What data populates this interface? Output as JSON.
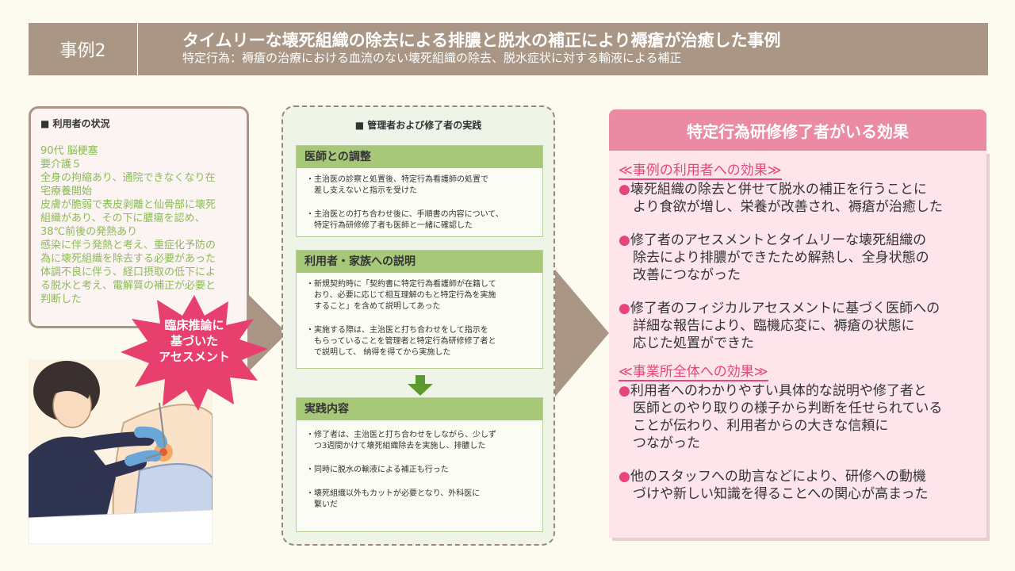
{
  "header": {
    "case": "事例2",
    "title": "タイムリーな壊死組織の除去による排膿と脱水の補正により褥瘡が治癒した事例",
    "subtitle": "特定行為：褥瘡の治療における血流のない壊死組織の除去、脱水症状に対する輸液による補正"
  },
  "status": {
    "heading": "■ 利用者の状況",
    "lines": [
      "90代 脳梗塞",
      "要介護５",
      "全身の拘縮あり、通院できなくなり在",
      "宅療養開始",
      "皮膚が脆弱で表皮剥離と仙骨部に壊死",
      "組織があり、その下に膿瘍を認め、",
      "38℃前後の発熱あり",
      "感染に伴う発熱と考え、重症化予防の",
      "為に壊死組織を除去する必要があった",
      "体調不良に伴う、経口摂取の低下によ",
      "る脱水と考え、電解質の補正が必要と",
      "判断した"
    ]
  },
  "burst": {
    "line1": "臨床推論に",
    "line2": "基づいた",
    "line3": "アセスメント"
  },
  "middle": {
    "heading": "■ 管理者および修了者の実践",
    "card1": {
      "title": "医師との調整",
      "items": [
        [
          "・主治医の診察と処置後、特定行為看護師の処置で",
          "　差し支えないと指示を受けた"
        ],
        [
          "・主治医との打ち合わせ後に、手順書の内容について、",
          "　特定行為研修修了者も医師と一緒に確認した"
        ]
      ]
    },
    "card2": {
      "title": "利用者・家族への説明",
      "items": [
        [
          "・新規契約時に「契約書に特定行為看護師が在籍して",
          "　おり、必要に応じて相互理解のもと特定行為を実施",
          "　すること」を含めて説明してあった"
        ],
        [
          "・実施する際は、主治医と打ち合わせをして指示を",
          "　もらっていることを管理者と特定行為研修修了者と",
          "　で説明して、 納得を得てから実施した"
        ]
      ]
    },
    "card3": {
      "title": "実践内容",
      "items": [
        [
          "・修了者は、主治医と打ち合わせをしながら、少しず",
          "　つ3週間かけて壊死組織除去を実施し、排膿した"
        ],
        [
          "・同時に脱水の輸液による補正も行った"
        ],
        [
          "・壊死組織以外もカットが必要となり、外科医に",
          "　繋いだ"
        ]
      ]
    }
  },
  "right": {
    "heading": "特定行為研修修了者がいる効果",
    "section1": "≪事例の利用者への効果≫",
    "bullets1": [
      [
        "壊死組織の除去と併せて脱水の補正を行うことに",
        "より食欲が増し、栄養が改善され、褥瘡が治癒した"
      ],
      [
        "修了者のアセスメントとタイムリーな壊死組織の",
        "除去により排膿ができたため解熱し、全身状態の",
        "改善につながった"
      ],
      [
        "修了者のフィジカルアセスメントに基づく医師への",
        "詳細な報告により、臨機応変に、褥瘡の状態に",
        "応じた処置ができた"
      ]
    ],
    "section2": "≪事業所全体への効果≫",
    "bullets2": [
      [
        "利用者へのわかりやすい具体的な説明や修了者と",
        "医師とのやり取りの様子から判断を任せられている",
        "ことが伝わり、利用者からの大きな信頼に",
        "つながった"
      ],
      [
        "他のスタッフへの助言などにより、研修への動機",
        "づけや新しい知識を得ることへの関心が高まった"
      ]
    ],
    "bullet_mark": "●"
  },
  "colors": {
    "header_bg": "#a99684",
    "green": "#a7c879",
    "pink": "#eb8aa3",
    "accent_red": "#e8457a",
    "status_text": "#8bbb55"
  }
}
